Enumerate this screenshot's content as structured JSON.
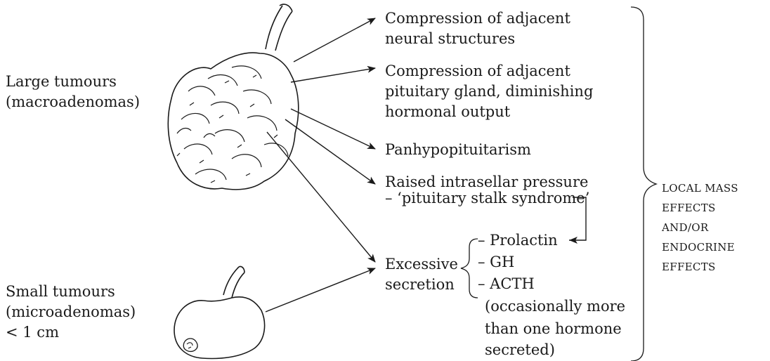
{
  "left": {
    "large_line1": "Large tumours",
    "large_line2": "(macroadenomas)",
    "small_line1": "Small tumours",
    "small_line2": "(microadenomas)",
    "small_line3": "< 1 cm"
  },
  "effects": {
    "compression_neural_1": "Compression of adjacent",
    "compression_neural_2": "neural structures",
    "compression_pituitary_1": "Compression of adjacent",
    "compression_pituitary_2": "pituitary gland, diminishing",
    "compression_pituitary_3": "hormonal output",
    "panhypo": "Panhypopituitarism",
    "raised_1": "Raised intrasellar pressure",
    "raised_2": "– ‘pituitary stalk syndrome’",
    "excessive_1": "Excessive",
    "excessive_2": "secretion"
  },
  "hormones": {
    "prolactin": "– Prolactin",
    "gh": "– GH",
    "acth": "– ACTH",
    "note_1": "(occasionally more",
    "note_2": "than one hormone",
    "note_3": "secreted)"
  },
  "summary": {
    "line1": "LOCAL MASS",
    "line2": "EFFECTS",
    "line3": "AND/OR",
    "line4": "ENDOCRINE",
    "line5": "EFFECTS"
  }
}
